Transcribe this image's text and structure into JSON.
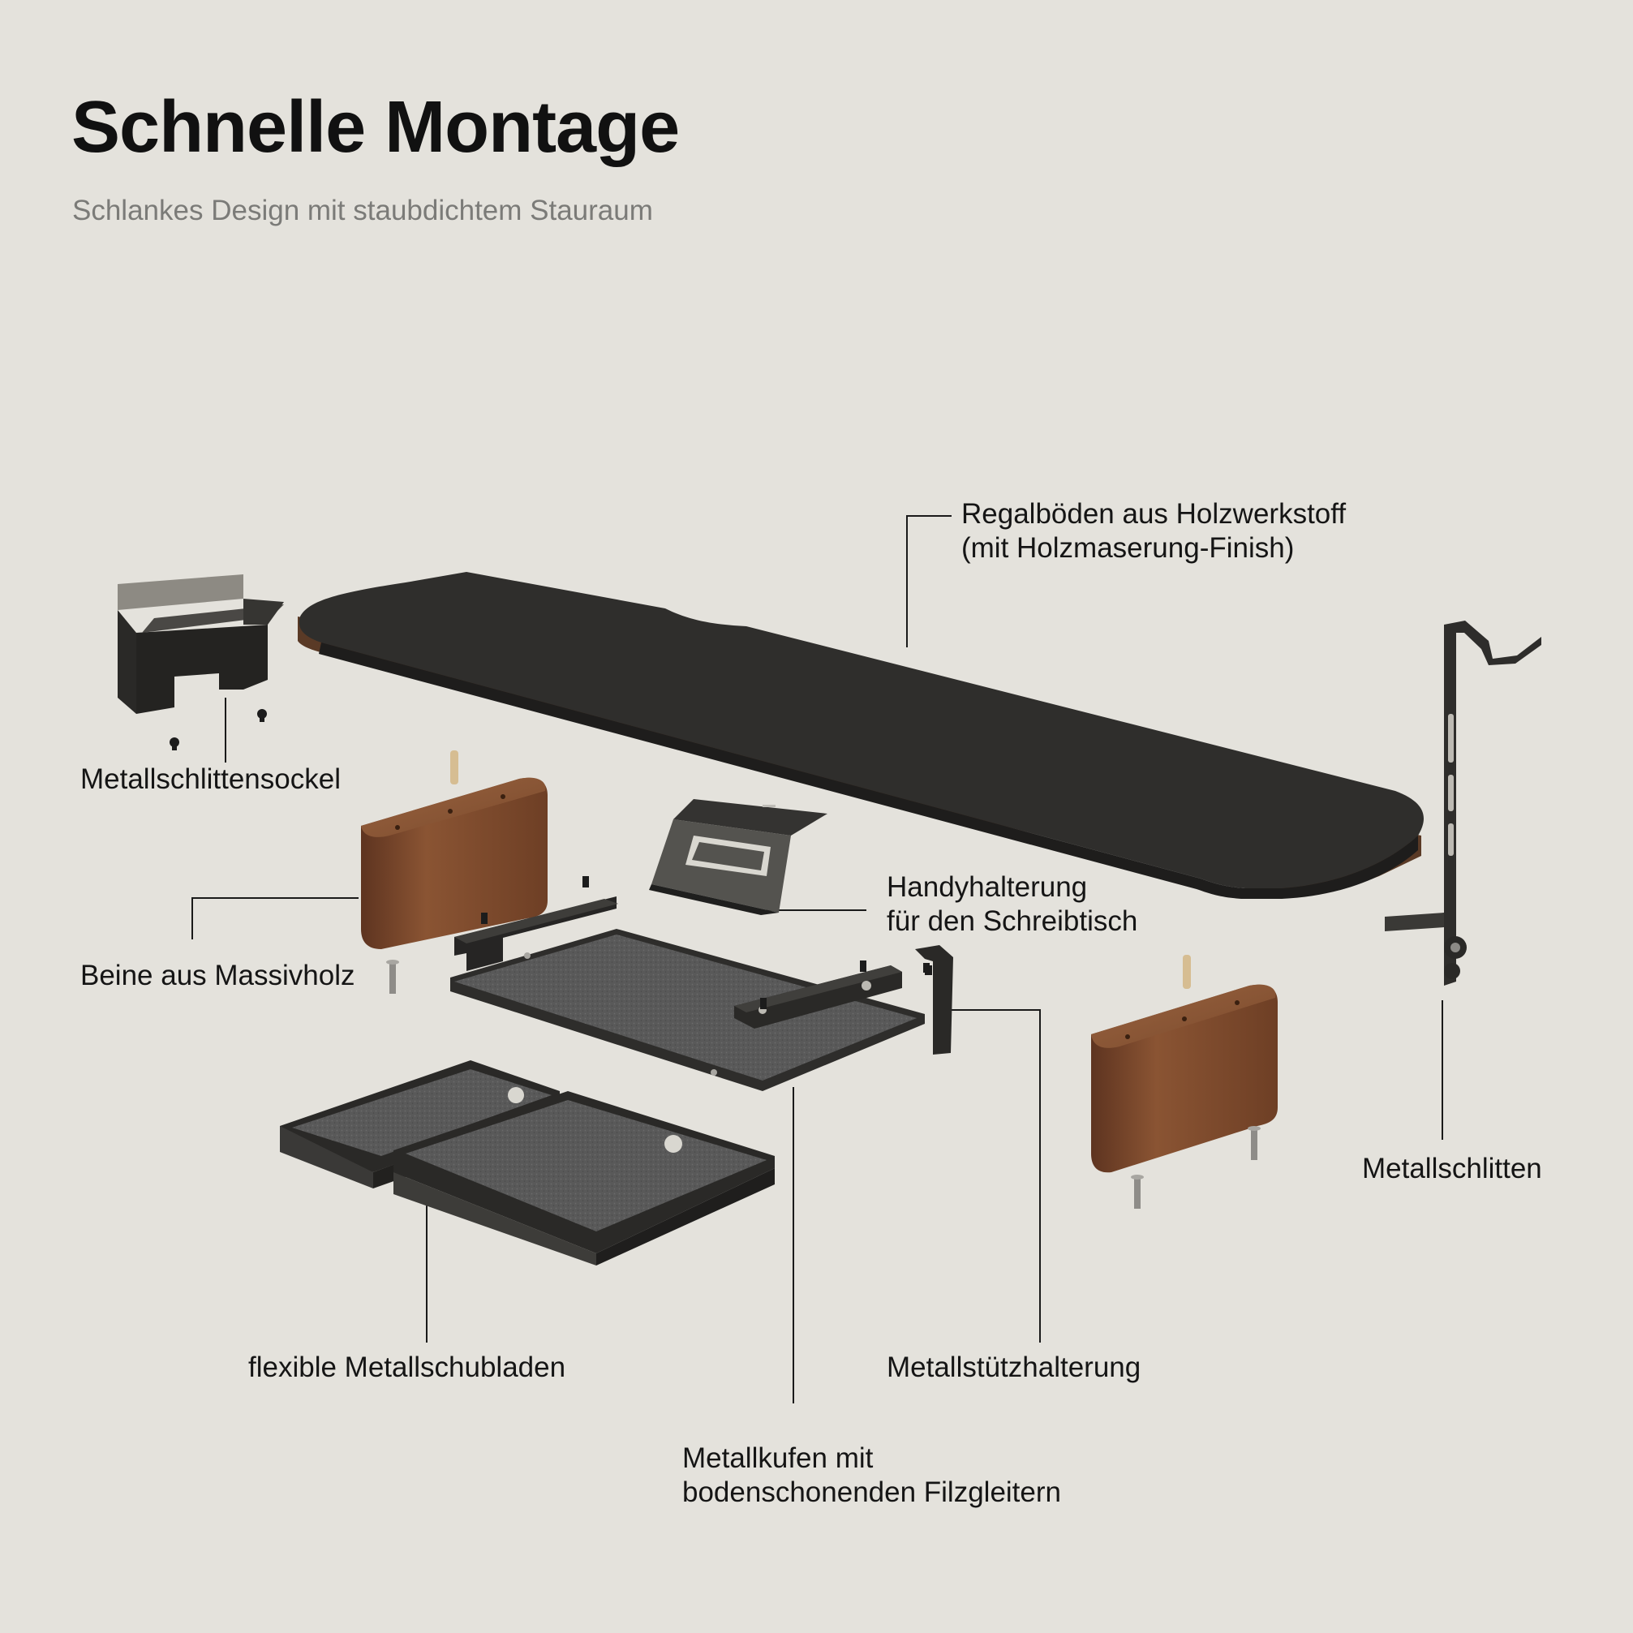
{
  "header": {
    "title": "Schnelle Montage",
    "subtitle": "Schlankes Design mit staubdichtem Stauraum"
  },
  "labels": {
    "regalboeden_line1": "Regalböden aus Holzwerkstoff",
    "regalboeden_line2": "(mit Holzmaserung-Finish)",
    "metallschlittensockel": "Metallschlittensockel",
    "handyhalterung_line1": "Handyhalterung",
    "handyhalterung_line2": "für den Schreibtisch",
    "beine": "Beine aus Massivholz",
    "metallschlitten": "Metallschlitten",
    "schubladen": "flexible Metallschubladen",
    "stuetzhalterung": "Metallstützhalterung",
    "kufen_line1": "Metallkufen mit",
    "kufen_line2": "bodenschonenden Filzgleitern"
  },
  "colors": {
    "background": "#e4e2dc",
    "metal": "#2e2d2b",
    "wood": "#7d4a2c",
    "felt": "#5a5a5a"
  }
}
